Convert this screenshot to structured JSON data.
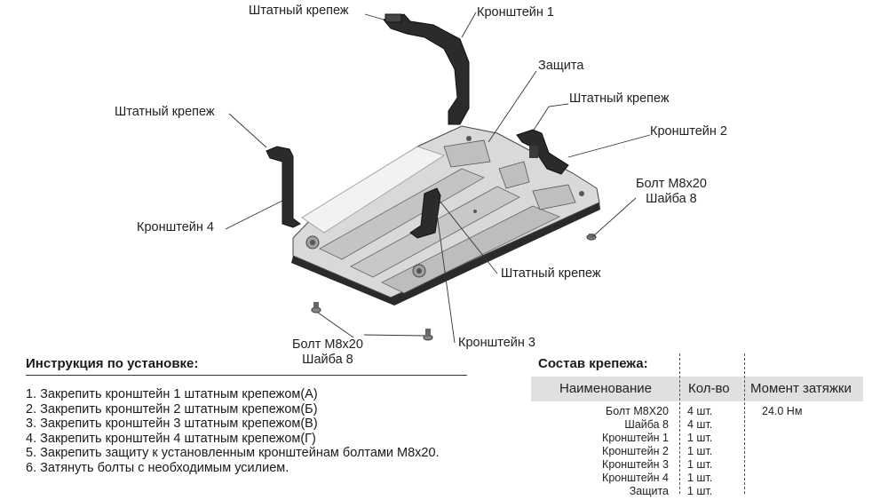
{
  "labels": {
    "shtatny_top": "Штатный крепеж",
    "kronshtein1": "Кронштейн 1",
    "zashchita": "Защита",
    "shtatny_right": "Штатный крепеж",
    "kronshtein2": "Кронштейн 2",
    "shtatny_left": "Штатный крепеж",
    "kronshtein4": "Кронштейн 4",
    "bolt_right_1": "Болт М8х20",
    "bolt_right_2": "Шайба 8",
    "shtatny_center": "Штатный крепеж",
    "bolt_bottom_1": "Болт М8х20",
    "bolt_bottom_2": "Шайба 8",
    "kronshtein3": "Кронштейн 3"
  },
  "instructions": {
    "title": "Инструкция по установке:",
    "steps": [
      "1. Закрепить кронштейн 1 штатным крепежом(А)",
      "2. Закрепить кронштейн 2 штатным крепежом(Б)",
      "3. Закрепить кронштейн 3 штатным крепежом(В)",
      "4. Закрепить кронштейн 4 штатным крепежом(Г)",
      "5. Закрепить защиту к установленным кронштейнам болтами М8х20.",
      "6. Затянуть болты с необходимым усилием."
    ]
  },
  "parts": {
    "title": "Состав крепежа:",
    "headers": {
      "name": "Наименование",
      "qty": "Кол-во",
      "torque": "Момент затяжки"
    },
    "rows": [
      {
        "name": "Болт М8Х20",
        "qty": "4 шт.",
        "torque": "24.0 Нм"
      },
      {
        "name": "Шайба 8",
        "qty": "4 шт.",
        "torque": ""
      },
      {
        "name": "Кронштейн 1",
        "qty": "1 шт.",
        "torque": ""
      },
      {
        "name": "Кронштейн 2",
        "qty": "1 шт.",
        "torque": ""
      },
      {
        "name": "Кронштейн 3",
        "qty": "1 шт.",
        "torque": ""
      },
      {
        "name": "Кронштейн 4",
        "qty": "1 шт.",
        "torque": ""
      },
      {
        "name": "Защита",
        "qty": "1 шт.",
        "torque": ""
      }
    ]
  }
}
